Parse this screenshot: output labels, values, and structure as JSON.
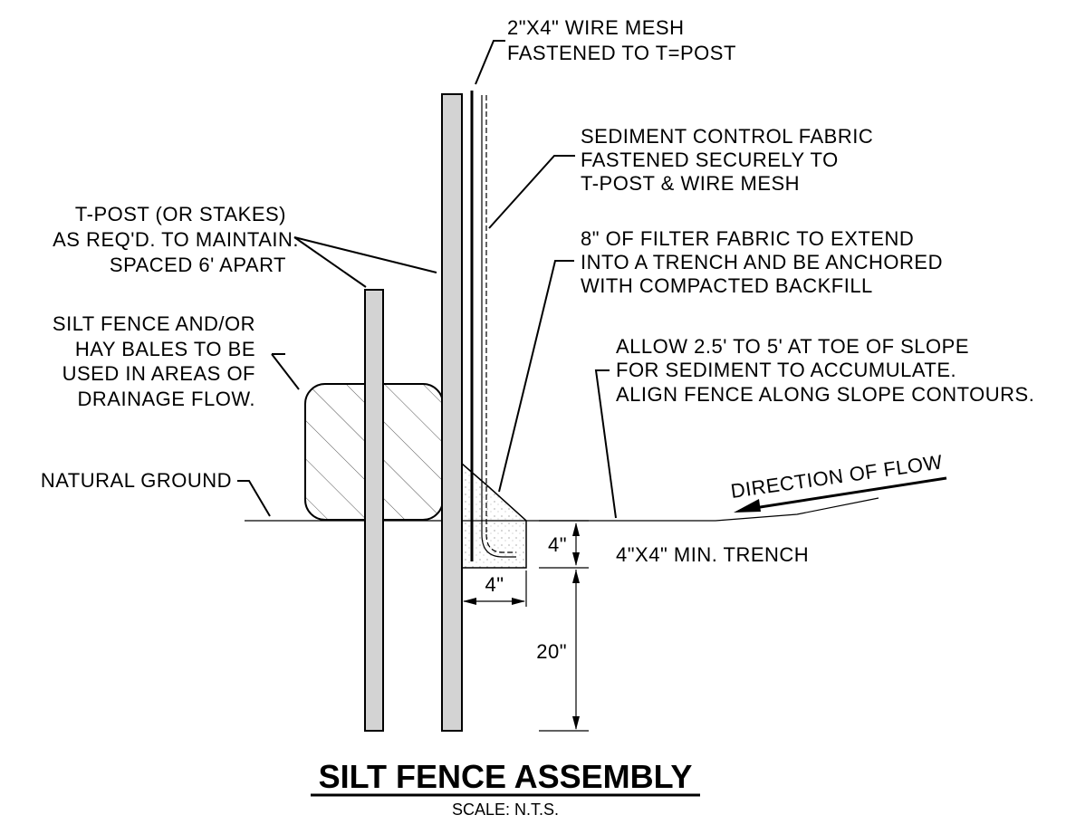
{
  "labels": {
    "wire_mesh_1": "2\"X4\" WIRE MESH",
    "wire_mesh_2": "FASTENED TO T=POST",
    "sediment_1": "SEDIMENT CONTROL FABRIC",
    "sediment_2": "FASTENED SECURELY TO",
    "sediment_3": "T-POST & WIRE MESH",
    "tpost_1": "T-POST (OR STAKES)",
    "tpost_2": "AS REQ'D. TO MAINTAIN.",
    "tpost_3": "SPACED 6' APART",
    "filter_1": "8\" OF FILTER FABRIC TO EXTEND",
    "filter_2": "INTO A TRENCH AND BE ANCHORED",
    "filter_3": "WITH COMPACTED BACKFILL",
    "hay_1": "SILT FENCE AND/OR",
    "hay_2": "HAY BALES TO BE",
    "hay_3": "USED IN AREAS OF",
    "hay_4": "DRAINAGE FLOW.",
    "allow_1": "ALLOW 2.5' TO 5' AT TOE OF SLOPE",
    "allow_2": "FOR SEDIMENT TO ACCUMULATE.",
    "allow_3": "ALIGN FENCE ALONG SLOPE CONTOURS.",
    "natural_ground": "NATURAL GROUND",
    "direction_of_flow": "DIRECTION OF FLOW",
    "trench": "4\"X4\" MIN. TRENCH",
    "dim_trench_depth": "4\"",
    "dim_trench_width": "4\"",
    "dim_post_depth": "20\""
  },
  "title": "SILT FENCE ASSEMBLY",
  "scale": "SCALE: N.T.S.",
  "colors": {
    "post_fill": "#d3d3d3",
    "line": "#000000"
  }
}
